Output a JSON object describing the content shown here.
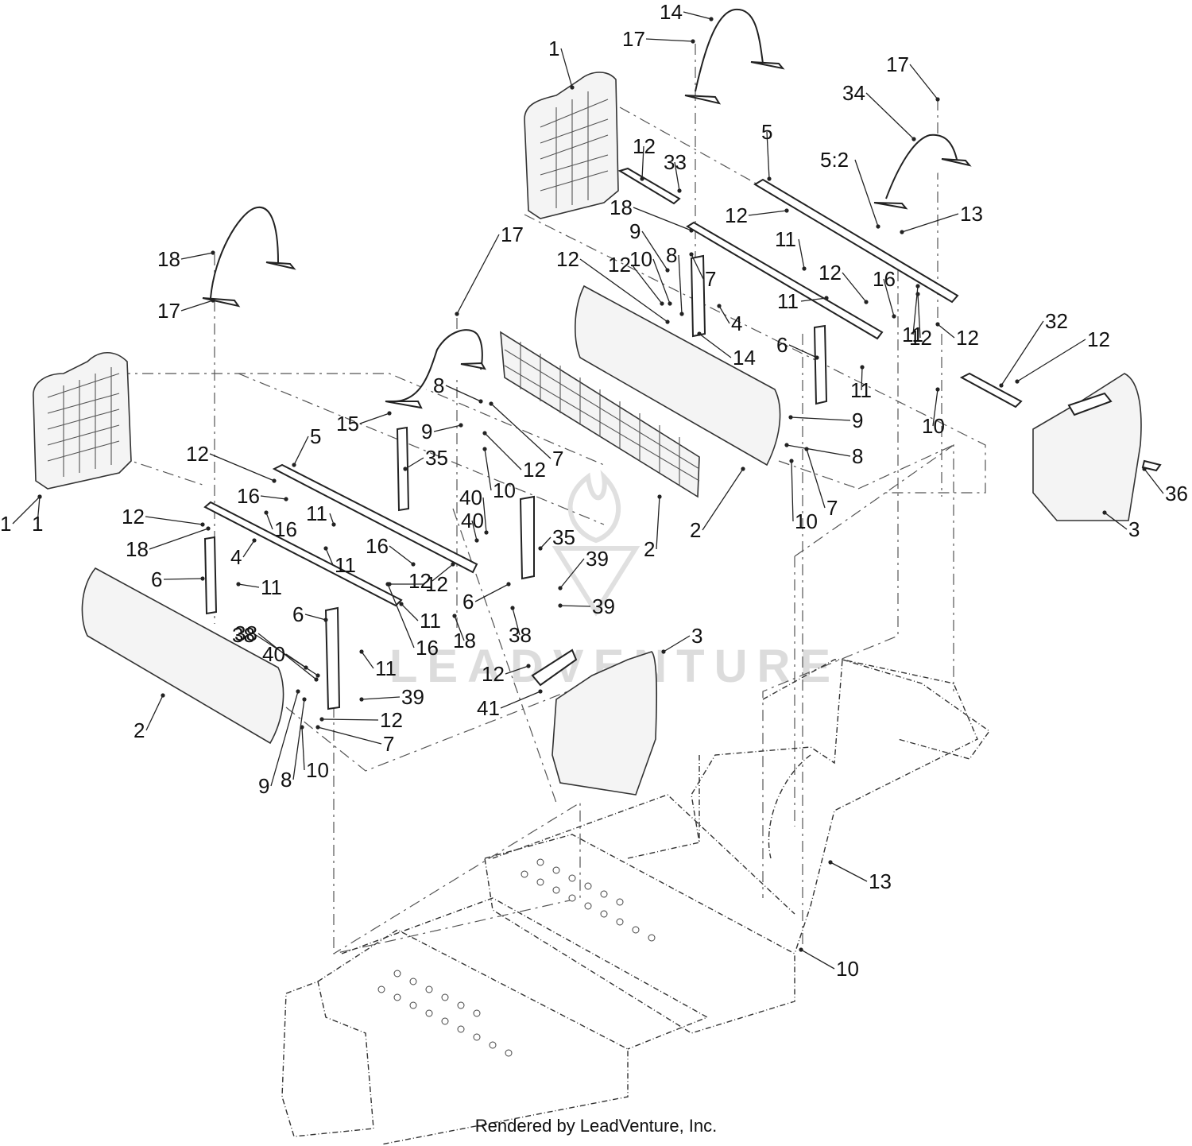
{
  "watermark": "LEADVENTURE",
  "footer": "Rendered by LeadVenture, Inc.",
  "callouts": [
    "14",
    "17",
    "1",
    "17",
    "34",
    "5",
    "33",
    "12",
    "5:2",
    "12",
    "18",
    "13",
    "17",
    "9",
    "11",
    "12",
    "10",
    "8",
    "12",
    "7",
    "12",
    "16",
    "11",
    "4",
    "11",
    "12",
    "18",
    "17",
    "14",
    "6",
    "32",
    "12",
    "6",
    "11",
    "15",
    "8",
    "9",
    "7",
    "12",
    "10",
    "9",
    "1",
    "12",
    "8",
    "5",
    "35",
    "12",
    "16",
    "12",
    "10",
    "7",
    "16",
    "11",
    "40",
    "12",
    "35",
    "18",
    "16",
    "40",
    "4",
    "11",
    "39",
    "6",
    "11",
    "12",
    "38",
    "11",
    "16",
    "18",
    "39",
    "6",
    "38",
    "3",
    "38",
    "40",
    "11",
    "12",
    "41",
    "39",
    "2",
    "12",
    "7",
    "9",
    "8",
    "10",
    "13",
    "10",
    "36",
    "3",
    "2",
    "2",
    "1",
    "10"
  ]
}
